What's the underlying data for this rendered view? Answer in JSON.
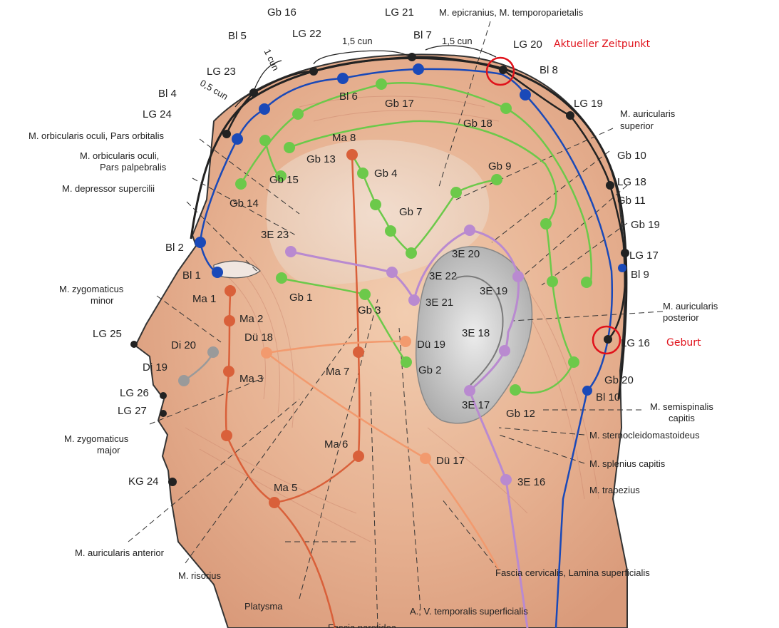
{
  "colors": {
    "governing_vessel": "#2a2a2a",
    "bladder": "#1a49b8",
    "gallbladder": "#6cc94a",
    "stomach": "#d9603a",
    "small_intestine": "#f29a6e",
    "triple_burner": "#b98ad0",
    "large_intestine": "#9a9a9a",
    "highlight": "#e0121b",
    "skin": "#e9b89a"
  },
  "annotations": {
    "current": "Aktueller Zeitpunkt",
    "birth": "Geburt"
  },
  "measures": {
    "cun_15_a": "1,5 cun",
    "cun_15_b": "1,5 cun",
    "cun_1": "1 cun",
    "cun_05": "0,5 cun"
  },
  "points": {
    "lg21": "LG 21",
    "gb16": "Gb 16",
    "bl5": "Bl 5",
    "lg22": "LG 22",
    "bl7": "Bl 7",
    "lg20": "LG 20",
    "lg23": "LG 23",
    "bl8": "Bl 8",
    "bl4": "Bl 4",
    "bl6": "Bl 6",
    "gb17": "Gb 17",
    "lg19": "LG 19",
    "lg24": "LG 24",
    "gb18": "Gb 18",
    "ma8": "Ma 8",
    "gb13": "Gb 13",
    "gb10": "Gb 10",
    "gb4": "Gb 4",
    "gb9": "Gb 9",
    "gb15": "Gb 15",
    "lg18": "LG 18",
    "gb11": "Gb 11",
    "gb14": "Gb 14",
    "gb7": "Gb 7",
    "gb19": "Gb 19",
    "e23": "3E 23",
    "e20": "3E 20",
    "bl2": "Bl 2",
    "lg17": "LG 17",
    "e22": "3E 22",
    "bl1": "Bl 1",
    "bl9": "Bl 9",
    "e19": "3E 19",
    "ma1": "Ma 1",
    "gb1": "Gb 1",
    "e21": "3E 21",
    "gb3": "Gb 3",
    "ma2": "Ma 2",
    "e18": "3E 18",
    "lg25": "LG 25",
    "di20": "Di 20",
    "du18": "Dü 18",
    "du19": "Dü 19",
    "lg16": "LG 16",
    "di19": "Di 19",
    "ma7": "Ma 7",
    "gb2": "Gb 2",
    "ma3": "Ma 3",
    "gb20": "Gb 20",
    "lg26": "LG 26",
    "e17": "3E 17",
    "gb12": "Gb 12",
    "bl10": "Bl 10",
    "lg27": "LG 27",
    "ma6": "Ma 6",
    "du17": "Dü 17",
    "kg24": "KG 24",
    "e16": "3E 16",
    "ma5": "Ma 5"
  },
  "muscles": {
    "epicranius": "M. epicranius, M. temporoparietalis",
    "auricularis_sup_1": "M. auricularis",
    "auricularis_sup_2": "superior",
    "orbicularis_orb": "M. orbicularis oculi, Pars orbitalis",
    "orbicularis_palp_1": "M. orbicularis oculi,",
    "orbicularis_palp_2": "Pars palpebralis",
    "depressor": "M. depressor supercilii",
    "zyg_minor_1": "M. zygomaticus",
    "zyg_minor_2": "minor",
    "auricularis_post_1": "M. auricularis",
    "auricularis_post_2": "posterior",
    "semispinalis_1": "M. semispinalis",
    "semispinalis_2": "capitis",
    "zyg_major_1": "M. zygomaticus",
    "zyg_major_2": "major",
    "sternocleido": "M. sternocleidomastoideus",
    "splenius": "M. splenius capitis",
    "trapezius": "M. trapezius",
    "auricularis_ant": "M. auricularis anterior",
    "risorius": "M. risorius",
    "fascia": "Fascia cervicalis, Lamina superficialis",
    "platysma": "Platysma",
    "temporalis": "A.; V. temporalis superficialis",
    "fascia_parotidea": "Fascia parotidea"
  }
}
